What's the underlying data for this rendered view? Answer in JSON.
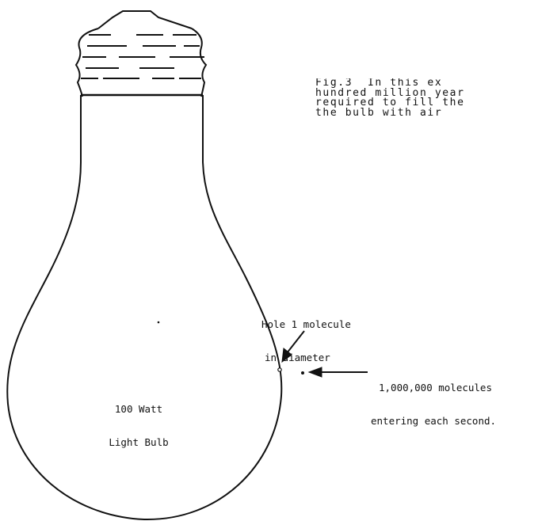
{
  "caption": {
    "lines": [
      "Fig.3  In this ex",
      "hundred million year",
      "required to fill the",
      "the bulb with air"
    ]
  },
  "bulb": {
    "lines": [
      "100 Watt",
      "Light Bulb"
    ]
  },
  "hole": {
    "lines": [
      "Hole 1 molecule",
      "in diameter"
    ]
  },
  "molecules": {
    "lines": [
      "1,000,000 molecules",
      "entering each second."
    ]
  }
}
